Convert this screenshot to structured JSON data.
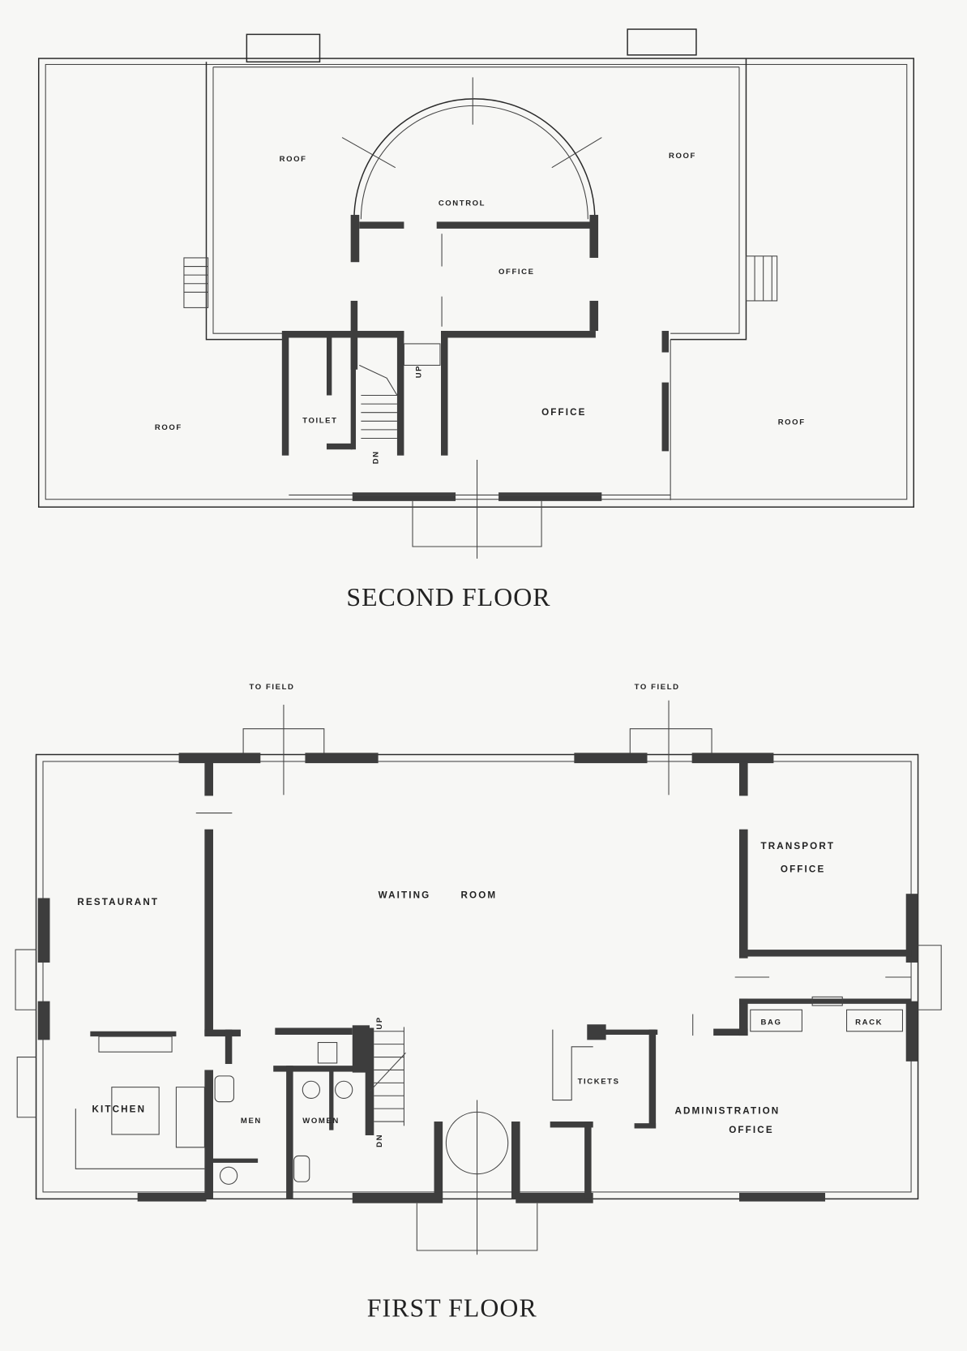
{
  "second_floor": {
    "title": "SECOND FLOOR",
    "rooms": {
      "roof_top_left": "ROOF",
      "roof_top_right": "ROOF",
      "control": "CONTROL",
      "office_upper": "OFFICE",
      "office_lower": "OFFICE",
      "toilet": "TOILET",
      "roof_bottom_left": "ROOF",
      "roof_bottom_right": "ROOF",
      "stair_up": "UP",
      "stair_down": "DN"
    }
  },
  "first_floor": {
    "title": "FIRST FLOOR",
    "rooms": {
      "to_field_left": "TO FIELD",
      "to_field_right": "TO FIELD",
      "restaurant": "RESTAURANT",
      "waiting_room": "WAITING ROOM",
      "transport_office_1": "TRANSPORT",
      "transport_office_2": "OFFICE",
      "bag": "BAG",
      "rack": "RACK",
      "kitchen": "KITCHEN",
      "men": "MEN",
      "women": "WOMEN",
      "tickets": "TICKETS",
      "admin_office_1": "ADMINISTRATION",
      "admin_office_2": "OFFICE",
      "stair_up": "UP",
      "stair_down": "DN"
    }
  }
}
